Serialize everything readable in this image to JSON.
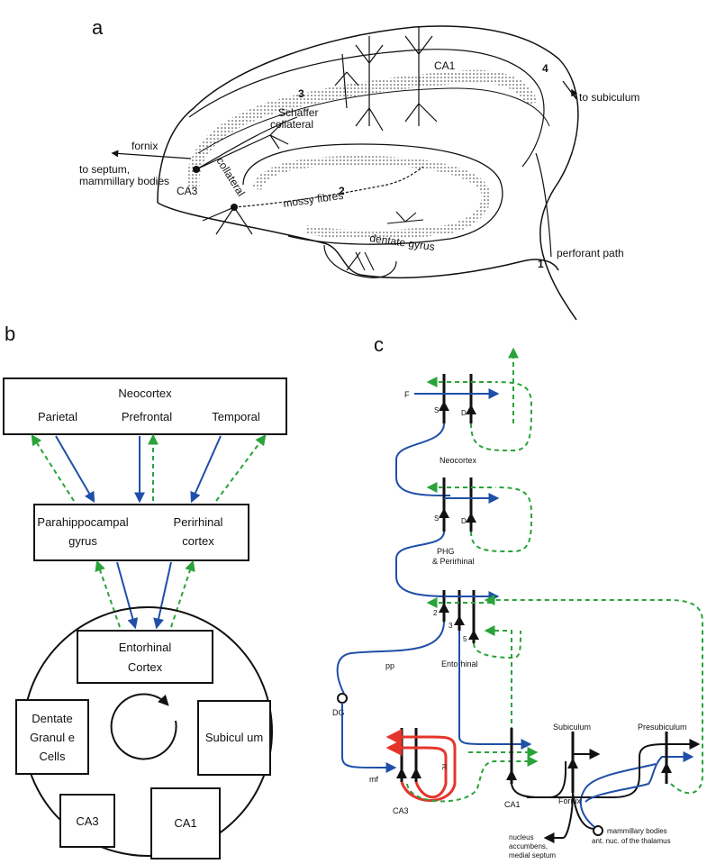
{
  "panels": {
    "a": "a",
    "b": "b",
    "c": "c"
  },
  "panel_a": {
    "numbers": [
      "1",
      "2",
      "3",
      "4"
    ],
    "labels": {
      "ca1": "CA1",
      "ca3": "CA3",
      "to_subiculum": "to subiculum",
      "schaffer1": "Schaffer",
      "schaffer2": "collateral",
      "fornix": "fornix",
      "to_septum1": "to septum,",
      "to_septum2": "mammillary bodies",
      "collateral": "collateral",
      "mossy": "mossy fibres",
      "dentate": "dentate gyrus",
      "perforant": "perforant path"
    }
  },
  "panel_b": {
    "neocortex": "Neocortex",
    "parietal": "Parietal",
    "prefrontal": "Prefrontal",
    "temporal": "Temporal",
    "parahippo1": "Parahippocampal",
    "parahippo2": "gyrus",
    "perirhinal1": "Perirhinal",
    "perirhinal2": "cortex",
    "entorhinal1": "Entorhinal",
    "entorhinal2": "Cortex",
    "dentate1": "Dentate",
    "dentate2": "Granul e",
    "dentate3": "Cells",
    "subiculum": "Subicul um",
    "ca3": "CA3",
    "ca1": "CA1"
  },
  "panel_c": {
    "f": "F",
    "s1": "S",
    "d1": "D",
    "neocortex": "Neocortex",
    "s2": "S",
    "d2": "D",
    "phg1": "PHG",
    "phg2": "& Perirhinal",
    "n2": "2",
    "n3": "3",
    "n5": "5",
    "entorhinal": "Entorhinal",
    "pp": "pp",
    "dg": "DG",
    "mf": "mf",
    "rc": "rc",
    "ca3": "CA3",
    "ca1": "CA1",
    "subiculum": "Subiculum",
    "presubiculum": "Presubiculum",
    "fornix": "Fornix",
    "nucleus1": "nucleus",
    "nucleus2": "accumbens,",
    "nucleus3": "medial septum",
    "mammillary1": "mammillary bodies",
    "mammillary2": "ant. nuc. of the thalamus"
  },
  "colors": {
    "blue": "#1f4fa8",
    "green": "#2aa33a",
    "red": "#e5352b",
    "black": "#111111"
  }
}
